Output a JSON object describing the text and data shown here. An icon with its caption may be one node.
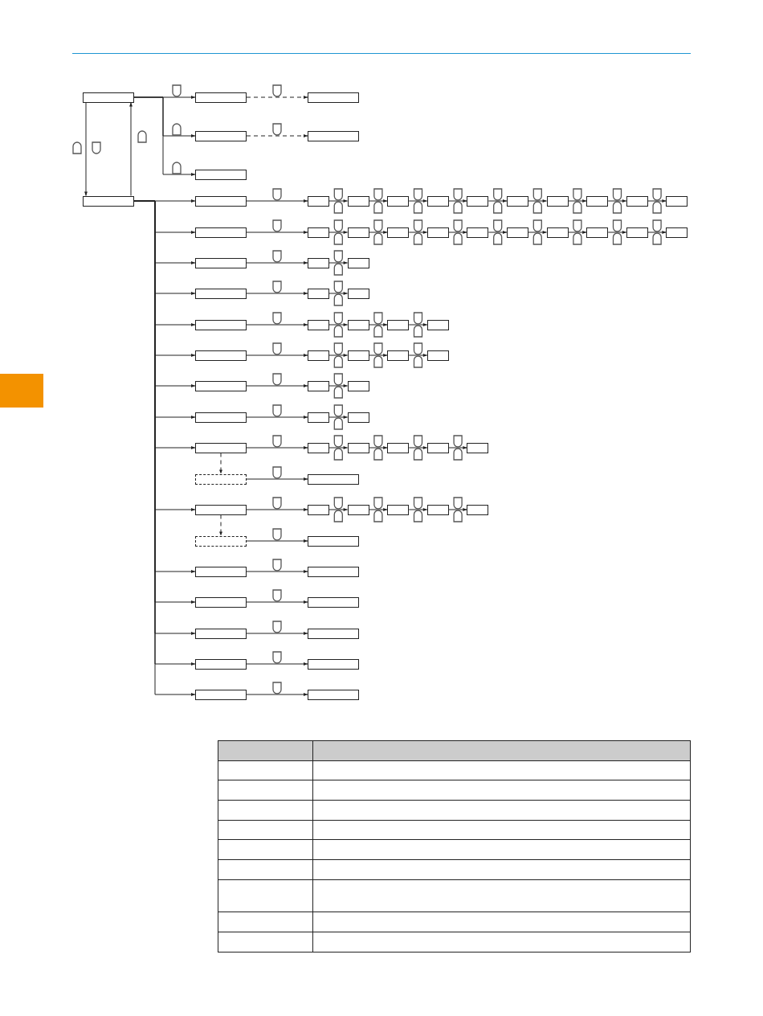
{
  "diagram": {
    "nodes": [
      {
        "text": [],
        "shape": "box"
      },
      {
        "text": [],
        "shape": "box"
      },
      {
        "text": [],
        "shape": "box"
      },
      {
        "text": [],
        "shape": "box"
      },
      {
        "text": [],
        "shape": "box"
      },
      {
        "text": [],
        "shape": "box"
      },
      {
        "text": [],
        "shape": "box"
      },
      {
        "text": [],
        "shape": "box"
      },
      {
        "text": [],
        "shape": "box"
      },
      {
        "text": [],
        "shape": "box"
      },
      {
        "text": [],
        "shape": "box"
      },
      {
        "text": [],
        "shape": "box"
      },
      {
        "text": [],
        "shape": "box"
      },
      {
        "text": [],
        "shape": "box"
      },
      {
        "text": [],
        "shape": "box"
      },
      {
        "text": [],
        "shape": "box"
      },
      {
        "text": [],
        "shape": "box"
      },
      {
        "text": [],
        "shape": "box"
      },
      {
        "text": [],
        "shape": "box"
      },
      {
        "text": [],
        "shape": "box"
      },
      {
        "text": [],
        "shape": "box"
      },
      {
        "text": [],
        "shape": "box"
      },
      {
        "text": [],
        "shape": "box"
      },
      {
        "text": [],
        "shape": "box"
      },
      {
        "text": [],
        "shape": "box"
      },
      {
        "text": [],
        "shape": "box"
      },
      {
        "text": [],
        "shape": "box"
      },
      {
        "text": [],
        "shape": "box"
      },
      {
        "text": [],
        "shape": "box"
      },
      {
        "text": [],
        "shape": "box"
      },
      {
        "text": [],
        "shape": "box"
      },
      {
        "text": [],
        "shape": "box"
      },
      {
        "text": [],
        "shape": "box"
      },
      {
        "text": [],
        "shape": "box"
      },
      {
        "text": [],
        "shape": "box"
      },
      {
        "text": [],
        "shape": "box"
      },
      {
        "text": [],
        "shape": "box"
      },
      {
        "text": [],
        "shape": "box"
      },
      {
        "text": [],
        "shape": "box"
      },
      {
        "text": [],
        "shape": "box"
      },
      {
        "text": [],
        "shape": "box"
      },
      {
        "text": [],
        "shape": "box"
      },
      {
        "text": [],
        "shape": "box"
      },
      {
        "text": [],
        "shape": "box"
      },
      {
        "text": [],
        "shape": "box"
      },
      {
        "text": [],
        "shape": "box"
      },
      {
        "text": [],
        "shape": "box"
      },
      {
        "text": [],
        "shape": "box"
      },
      {
        "text": [],
        "shape": "box"
      },
      {
        "text": [],
        "shape": "box"
      },
      {
        "text": [],
        "shape": "box"
      },
      {
        "text": [],
        "shape": "box"
      },
      {
        "text": [],
        "shape": "box"
      },
      {
        "text": [],
        "shape": "box"
      },
      {
        "text": [],
        "shape": "box"
      },
      {
        "text": [],
        "shape": "box"
      },
      {
        "text": [],
        "shape": "box"
      },
      {
        "text": [],
        "shape": "box"
      },
      {
        "text": [],
        "shape": "box"
      },
      {
        "text": [],
        "shape": "box"
      },
      {
        "text": [],
        "shape": "box"
      },
      {
        "text": [],
        "shape": "box"
      },
      {
        "text": [],
        "shape": "box"
      },
      {
        "text": [],
        "shape": "box"
      },
      {
        "text": [],
        "shape": "box"
      },
      {
        "text": [],
        "shape": "box"
      },
      {
        "text": [],
        "shape": "box"
      },
      {
        "text": [],
        "shape": "box"
      },
      {
        "text": [],
        "shape": "box"
      },
      {
        "text": [],
        "shape": "box"
      },
      {
        "text": [],
        "shape": "box"
      },
      {
        "text": [],
        "shape": "box"
      },
      {
        "text": [],
        "shape": "box"
      },
      {
        "text": [],
        "shape": "box"
      },
      {
        "text": [],
        "shape": "box"
      },
      {
        "text": [],
        "shape": "box"
      },
      {
        "text": [],
        "shape": "box"
      }
    ],
    "edges": [
      {
        "from": 0,
        "to": 1,
        "arrow": "to"
      },
      {
        "from": 0,
        "to": 2,
        "arrow": "to"
      },
      {
        "from": 0,
        "to": 3,
        "arrow": "to"
      },
      {
        "from": 1,
        "to": 4,
        "arrow": "to",
        "style": "dashed"
      },
      {
        "from": 2,
        "to": 5,
        "arrow": "to",
        "style": "dashed"
      },
      {
        "from": 0,
        "to": 6,
        "arrow": "to"
      },
      {
        "from": 6,
        "to": 0,
        "arrow": "to"
      },
      {
        "from": 6,
        "to": 7,
        "arrow": "to"
      },
      {
        "from": 7,
        "to": 8,
        "arrow": "to"
      },
      {
        "from": 8,
        "to": 9,
        "arrow": "to"
      },
      {
        "from": 9,
        "to": 10,
        "arrow": "to"
      },
      {
        "from": 10,
        "to": 11,
        "arrow": "to"
      },
      {
        "from": 11,
        "to": 12,
        "arrow": "to"
      },
      {
        "from": 12,
        "to": 13,
        "arrow": "to"
      },
      {
        "from": 13,
        "to": 14,
        "arrow": "to"
      },
      {
        "from": 14,
        "to": 15,
        "arrow": "to"
      },
      {
        "from": 15,
        "to": 16,
        "arrow": "to"
      },
      {
        "from": 16,
        "to": 17,
        "arrow": "to"
      },
      {
        "from": 6,
        "to": 18,
        "arrow": "to"
      },
      {
        "from": 18,
        "to": 19,
        "arrow": "to"
      },
      {
        "from": 19,
        "to": 20,
        "arrow": "to"
      },
      {
        "from": 20,
        "to": 21,
        "arrow": "to"
      },
      {
        "from": 21,
        "to": 22,
        "arrow": "to"
      },
      {
        "from": 22,
        "to": 23,
        "arrow": "to"
      },
      {
        "from": 23,
        "to": 24,
        "arrow": "to"
      },
      {
        "from": 24,
        "to": 25,
        "arrow": "to"
      },
      {
        "from": 25,
        "to": 26,
        "arrow": "to"
      },
      {
        "from": 26,
        "to": 27,
        "arrow": "to"
      },
      {
        "from": 27,
        "to": 28,
        "arrow": "to"
      },
      {
        "from": 6,
        "to": 29,
        "arrow": "to"
      },
      {
        "from": 29,
        "to": 30,
        "arrow": "to"
      },
      {
        "from": 30,
        "to": 31,
        "arrow": "to"
      },
      {
        "from": 6,
        "to": 32,
        "arrow": "to"
      },
      {
        "from": 32,
        "to": 33,
        "arrow": "to"
      },
      {
        "from": 33,
        "to": 34,
        "arrow": "to"
      },
      {
        "from": 6,
        "to": 35,
        "arrow": "to"
      },
      {
        "from": 35,
        "to": 36,
        "arrow": "to"
      },
      {
        "from": 36,
        "to": 37,
        "arrow": "to"
      },
      {
        "from": 37,
        "to": 38,
        "arrow": "to"
      },
      {
        "from": 38,
        "to": 39,
        "arrow": "to"
      },
      {
        "from": 6,
        "to": 40,
        "arrow": "to"
      },
      {
        "from": 40,
        "to": 41,
        "arrow": "to"
      },
      {
        "from": 41,
        "to": 42,
        "arrow": "to"
      },
      {
        "from": 42,
        "to": 43,
        "arrow": "to"
      },
      {
        "from": 43,
        "to": 44,
        "arrow": "to"
      },
      {
        "from": 6,
        "to": 45,
        "arrow": "to"
      },
      {
        "from": 45,
        "to": 46,
        "arrow": "to"
      },
      {
        "from": 46,
        "to": 47,
        "arrow": "to"
      },
      {
        "from": 6,
        "to": 48,
        "arrow": "to"
      },
      {
        "from": 48,
        "to": 49,
        "arrow": "to"
      },
      {
        "from": 49,
        "to": 50,
        "arrow": "to"
      },
      {
        "from": 6,
        "to": 51,
        "arrow": "to"
      },
      {
        "from": 51,
        "to": 52,
        "arrow": "to"
      },
      {
        "from": 52,
        "to": 53,
        "arrow": "to"
      },
      {
        "from": 53,
        "to": 54,
        "arrow": "to"
      },
      {
        "from": 54,
        "to": 55,
        "arrow": "to"
      },
      {
        "from": 55,
        "to": 56,
        "arrow": "to"
      },
      {
        "from": 51,
        "to": 57,
        "arrow": "to",
        "style": "dashed"
      },
      {
        "from": 57,
        "to": 58,
        "arrow": "to"
      },
      {
        "from": 6,
        "to": 59,
        "arrow": "to"
      },
      {
        "from": 59,
        "to": 60,
        "arrow": "to"
      },
      {
        "from": 60,
        "to": 61,
        "arrow": "to"
      },
      {
        "from": 61,
        "to": 62,
        "arrow": "to"
      },
      {
        "from": 62,
        "to": 63,
        "arrow": "to"
      },
      {
        "from": 63,
        "to": 64,
        "arrow": "to"
      },
      {
        "from": 59,
        "to": 65,
        "arrow": "to",
        "style": "dashed"
      },
      {
        "from": 65,
        "to": 66,
        "arrow": "to"
      },
      {
        "from": 6,
        "to": 67,
        "arrow": "to"
      },
      {
        "from": 67,
        "to": 68,
        "arrow": "to"
      },
      {
        "from": 6,
        "to": 69,
        "arrow": "to"
      },
      {
        "from": 69,
        "to": 70,
        "arrow": "to"
      },
      {
        "from": 6,
        "to": 71,
        "arrow": "to"
      },
      {
        "from": 71,
        "to": 72,
        "arrow": "to"
      },
      {
        "from": 6,
        "to": 73,
        "arrow": "to"
      },
      {
        "from": 73,
        "to": 74,
        "arrow": "to"
      },
      {
        "from": 6,
        "to": 75,
        "arrow": "to"
      },
      {
        "from": 75,
        "to": 76,
        "arrow": "to"
      }
    ]
  }
}
